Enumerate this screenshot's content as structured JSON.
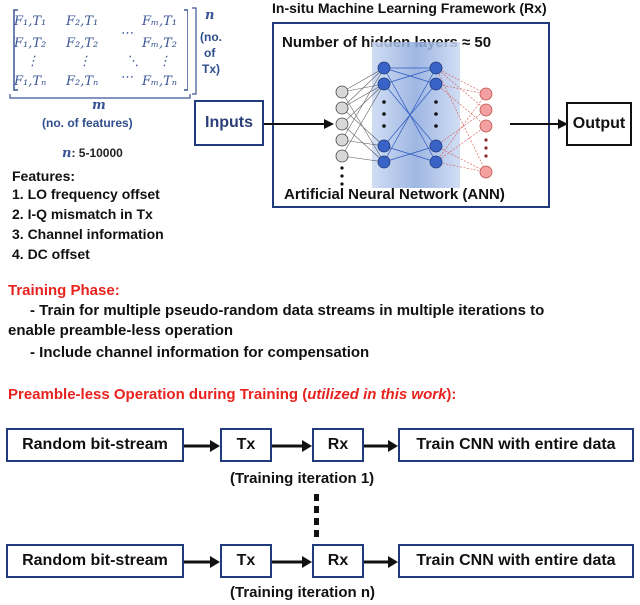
{
  "framework": {
    "title": "In-situ Machine Learning Framework (Rx)",
    "hidden_layers": "Number of hidden layers ≈ 50",
    "ann_label": "Artificial Neural Network (ANN)",
    "inputs_label": "Inputs",
    "output_label": "Output"
  },
  "matrix": {
    "rows": [
      [
        "F",
        "1,T",
        "1"
      ],
      [
        "F",
        "2,T",
        "1"
      ],
      [
        "F",
        "m,T",
        "1"
      ]
    ],
    "cells": {
      "r1": [
        "F₁,T₁",
        "F₂,T₁",
        "Fₘ,T₁"
      ],
      "r2": [
        "F₁,T₂",
        "F₂,T₂",
        "Fₘ,T₂"
      ],
      "r3": [
        "F₁,Tₙ",
        "F₂,Tₙ",
        "Fₘ,Tₙ"
      ]
    },
    "n_label": "n",
    "n_desc_1": "(no.",
    "n_desc_2": "of",
    "n_desc_3": "Tx)",
    "m_label": "m",
    "m_desc": "(no. of features)",
    "n_range_var": "n",
    "n_range": ": 5-10000"
  },
  "features": {
    "heading": "Features:",
    "items": [
      "1.  LO frequency offset",
      "2.  I-Q mismatch in Tx",
      "3.  Channel information",
      "4.  DC offset"
    ]
  },
  "training_phase": {
    "heading": "Training Phase:",
    "line1": "- Train for multiple pseudo-random data streams in multiple iterations to",
    "line2": "enable preamble-less operation",
    "line3": "- Include channel information for compensation"
  },
  "preamble": {
    "heading_start": "Preamble-less Operation during Training (",
    "heading_italic": "utilized in this work",
    "heading_end": "):"
  },
  "flow": {
    "random": "Random bit-stream",
    "tx": "Tx",
    "rx": "Rx",
    "train": "Train CNN with entire data",
    "iter1": "(Training iteration 1)",
    "itern": "(Training iteration n)"
  },
  "colors": {
    "accent_red": "#e8231f",
    "box_border": "#1f3b7a",
    "node_blue": "#3a63c8",
    "node_red": "#f2a0a0",
    "layer_band": "#a9c0e8"
  }
}
